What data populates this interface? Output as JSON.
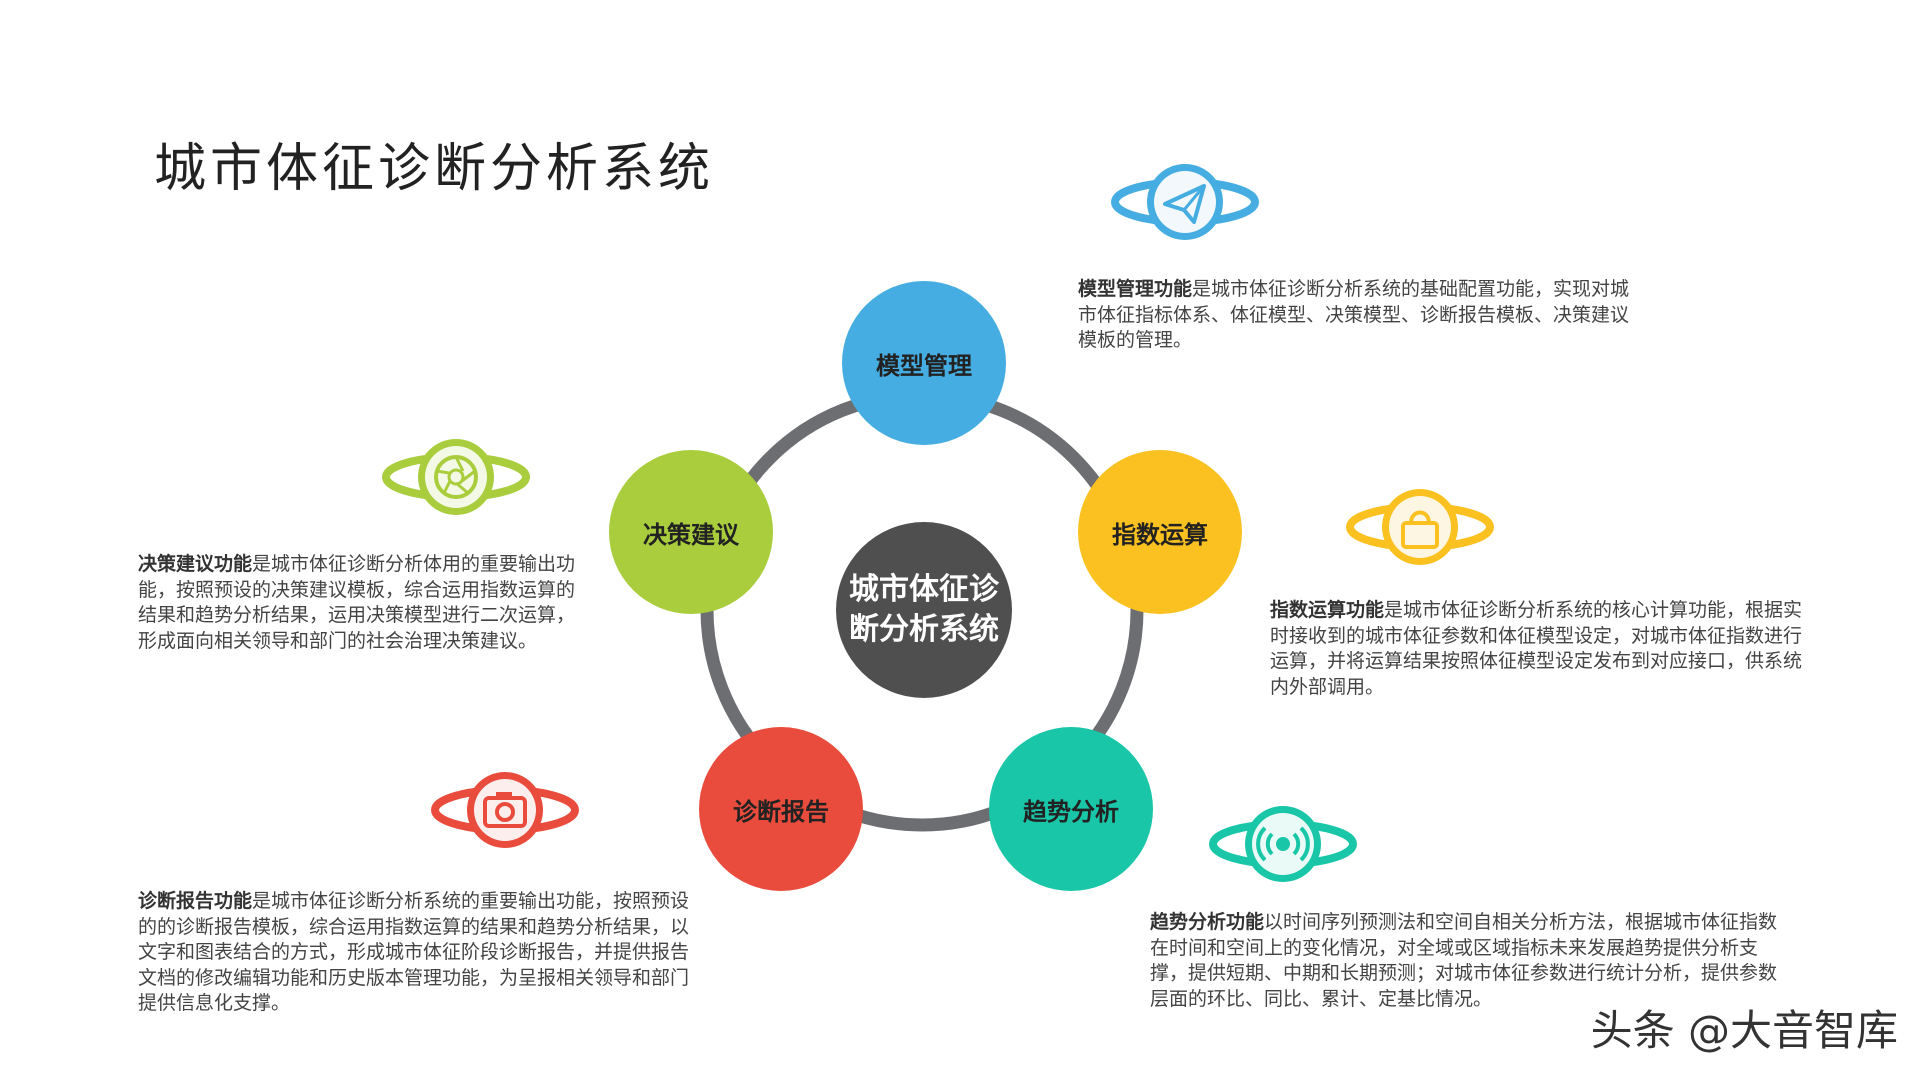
{
  "title": "城市体征诊断分析系统",
  "center": "城市体征诊断分析系统",
  "nodes": [
    {
      "label": "模型管理",
      "color": "#45ade2"
    },
    {
      "label": "指数运算",
      "color": "#fbc120"
    },
    {
      "label": "趋势分析",
      "color": "#19c6a8"
    },
    {
      "label": "诊断报告",
      "color": "#e94c3c"
    },
    {
      "label": "决策建议",
      "color": "#a9cd3c"
    }
  ],
  "descriptions": {
    "model": {
      "head": "模型管理功能",
      "body": "是城市体征诊断分析系统的基础配置功能，实现对城市体征指标体系、体征模型、决策模型、诊断报告模板、决策建议模板的管理。"
    },
    "index": {
      "head": "指数运算功能",
      "body": "是城市体征诊断分析系统的核心计算功能，根据实时接收到的城市体征参数和体征模型设定，对城市体征指数进行运算，并将运算结果按照体征模型设定发布到对应接口，供系统内外部调用。"
    },
    "trend": {
      "head": "趋势分析功能",
      "body": "以时间序列预测法和空间自相关分析方法，根据城市体征指数在时间和空间上的变化情况，对全域或区域指标未来发展趋势提供分析支撑，提供短期、中期和长期预测；对城市体征参数进行统计分析，提供参数层面的环比、同比、累计、定基比情况。"
    },
    "report": {
      "head": "诊断报告功能",
      "body": "是城市体征诊断分析系统的重要输出功能，按照预设的的诊断报告模板，综合运用指数运算的结果和趋势分析结果，以文字和图表结合的方式，形成城市体征阶段诊断报告，并提供报告文档的修改编辑功能和历史版本管理功能，为呈报相关领导和部门提供信息化支撑。"
    },
    "decision": {
      "head": "决策建议功能",
      "body": "是城市体征诊断分析体用的重要输出功能，按照预设的决策建议模板，综合运用指数运算的结果和趋势分析结果，运用决策模型进行二次运算，形成面向相关领导和部门的社会治理决策建议。"
    }
  },
  "icons": {
    "model": "paper-plane-icon",
    "index": "shopping-bag-icon",
    "trend": "broadcast-icon",
    "report": "camera-icon",
    "decision": "aperture-icon"
  },
  "ring_color": "#6d6e71",
  "watermark": "头条 @大音智库"
}
